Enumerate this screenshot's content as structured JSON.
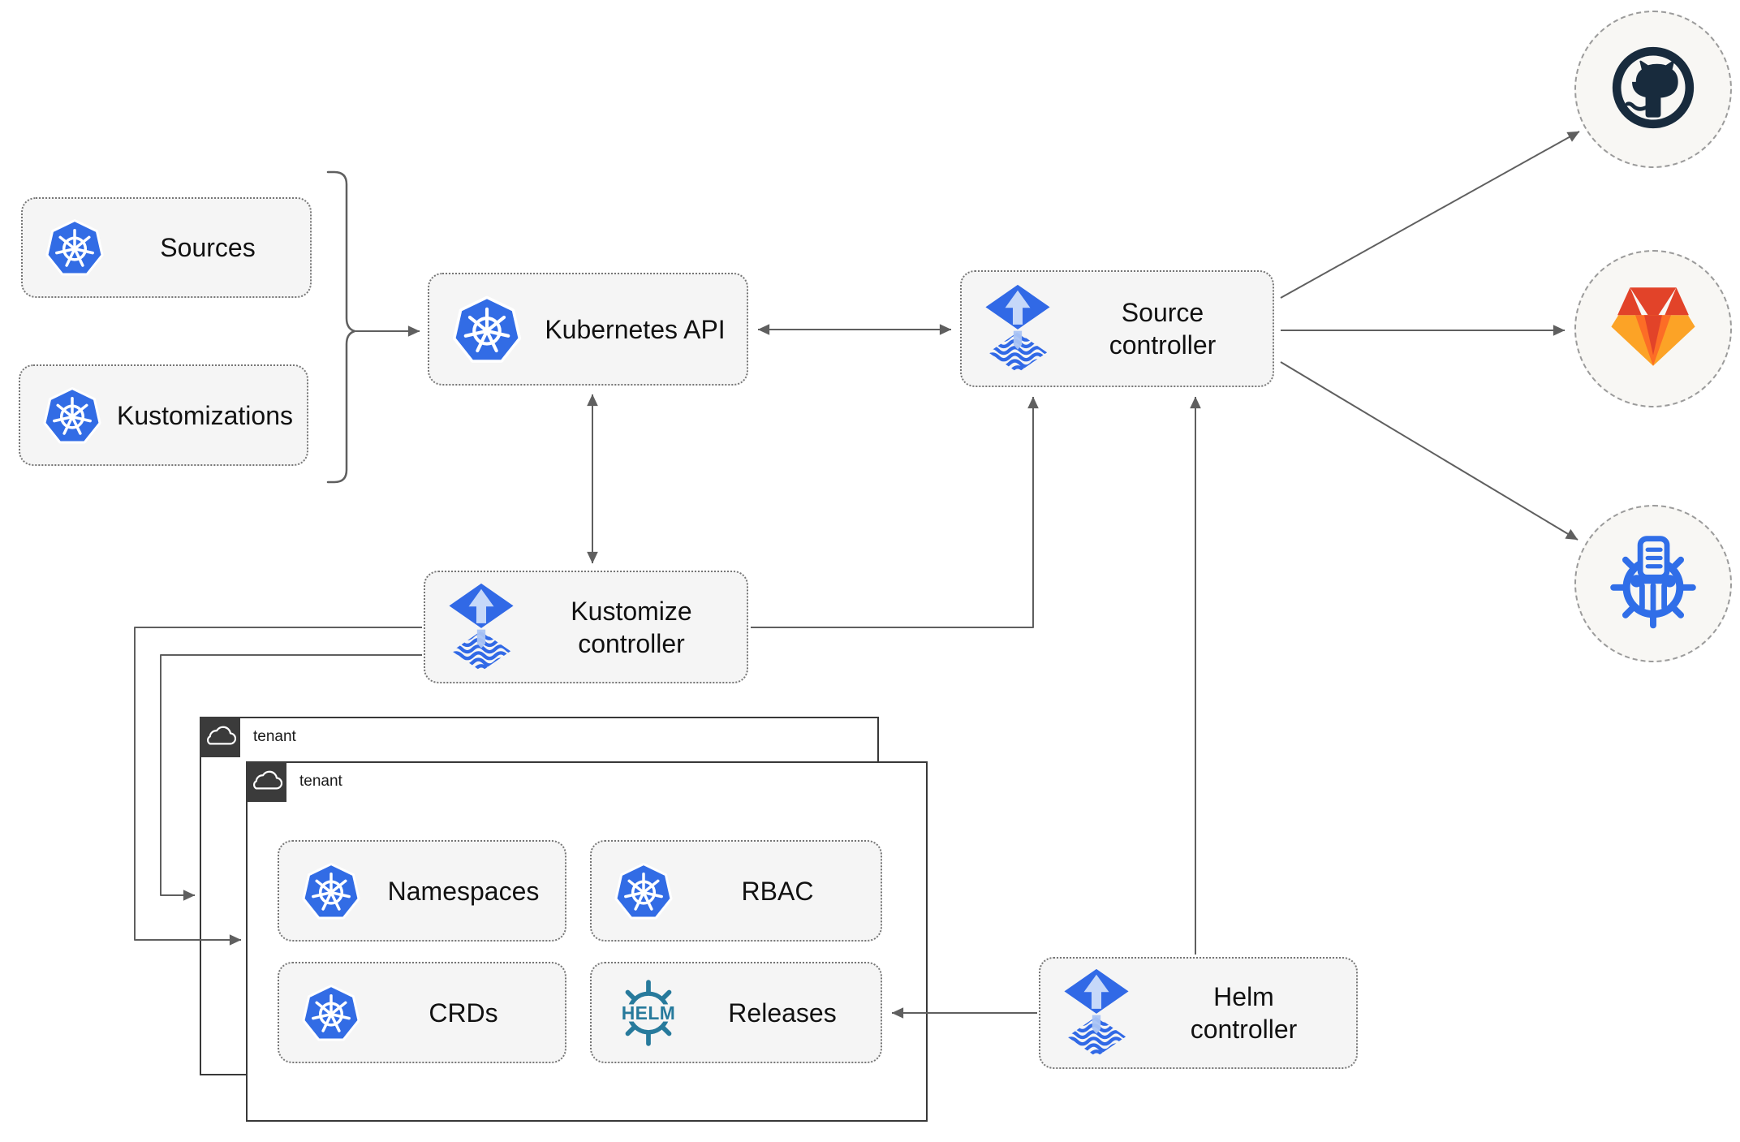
{
  "diagram": {
    "nodes": {
      "sources": {
        "label": "Sources",
        "icon": "kubernetes-icon"
      },
      "kustomizations": {
        "label": "Kustomizations",
        "icon": "kubernetes-icon"
      },
      "kubernetes_api": {
        "label": "Kubernetes API",
        "icon": "kubernetes-icon"
      },
      "source_controller": {
        "label": "Source controller",
        "icon": "flux-icon"
      },
      "kustomize_controller": {
        "label": "Kustomize controller",
        "icon": "flux-icon"
      },
      "helm_controller": {
        "label": "Helm controller",
        "icon": "flux-icon"
      },
      "tenant_back": {
        "label": "tenant",
        "icon": "cloud-icon"
      },
      "tenant_front": {
        "label": "tenant",
        "icon": "cloud-icon"
      },
      "namespaces": {
        "label": "Namespaces",
        "icon": "kubernetes-icon"
      },
      "rbac": {
        "label": "RBAC",
        "icon": "kubernetes-icon"
      },
      "crds": {
        "label": "CRDs",
        "icon": "kubernetes-icon"
      },
      "releases": {
        "label": "Releases",
        "icon": "helm-icon"
      },
      "github": {
        "icon": "github-icon"
      },
      "gitlab": {
        "icon": "gitlab-icon"
      },
      "helm_repository": {
        "icon": "helm-repository-icon"
      }
    },
    "helm_logo_text": "HELM",
    "colors": {
      "kubernetes_blue": "#326ce5",
      "flux_blue": "#3169e6",
      "flux_light_blue": "#c6d8f9",
      "helm_teal": "#277a9c",
      "github_dark": "#182b3d",
      "gitlab_red_orange": "#e24329",
      "gitlab_orange": "#fc6d26",
      "gitlab_yellow": "#fca326",
      "helm_repository_blue": "#306ee8",
      "connector_gray": "#5f5f5f",
      "node_fill": "#f5f5f5",
      "circle_fill": "#f8f7f4",
      "tenant_border": "#383838"
    }
  }
}
